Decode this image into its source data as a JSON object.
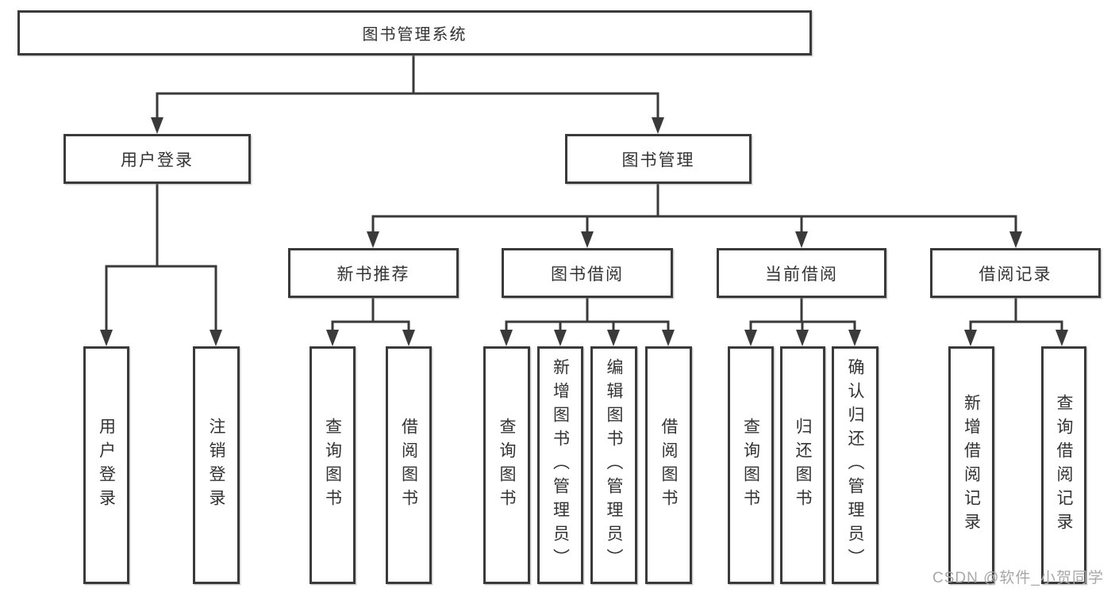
{
  "tree": {
    "root": {
      "label": "图书管理系统"
    },
    "children": [
      {
        "label": "用户登录",
        "children": [
          {
            "label": "用户登录"
          },
          {
            "label": "注销登录"
          }
        ]
      },
      {
        "label": "图书管理",
        "children": [
          {
            "label": "新书推荐",
            "children": [
              {
                "label": "查询图书"
              },
              {
                "label": "借阅图书"
              }
            ]
          },
          {
            "label": "图书借阅",
            "children": [
              {
                "label": "查询图书"
              },
              {
                "label": "新增图书（管理员）"
              },
              {
                "label": "编辑图书（管理员）"
              },
              {
                "label": "借阅图书"
              }
            ]
          },
          {
            "label": "当前借阅",
            "children": [
              {
                "label": "查询图书"
              },
              {
                "label": "归还图书"
              },
              {
                "label": "确认归还（管理员）"
              }
            ]
          },
          {
            "label": "借阅记录",
            "children": [
              {
                "label": "新增借阅记录"
              },
              {
                "label": "查询借阅记录"
              }
            ]
          }
        ]
      }
    ]
  },
  "watermark": "CSDN @软件_小贺同学",
  "colors": {
    "line": "#3a3a3a",
    "text": "#333333",
    "watermark": "#a8a8a8",
    "background": "#ffffff"
  }
}
